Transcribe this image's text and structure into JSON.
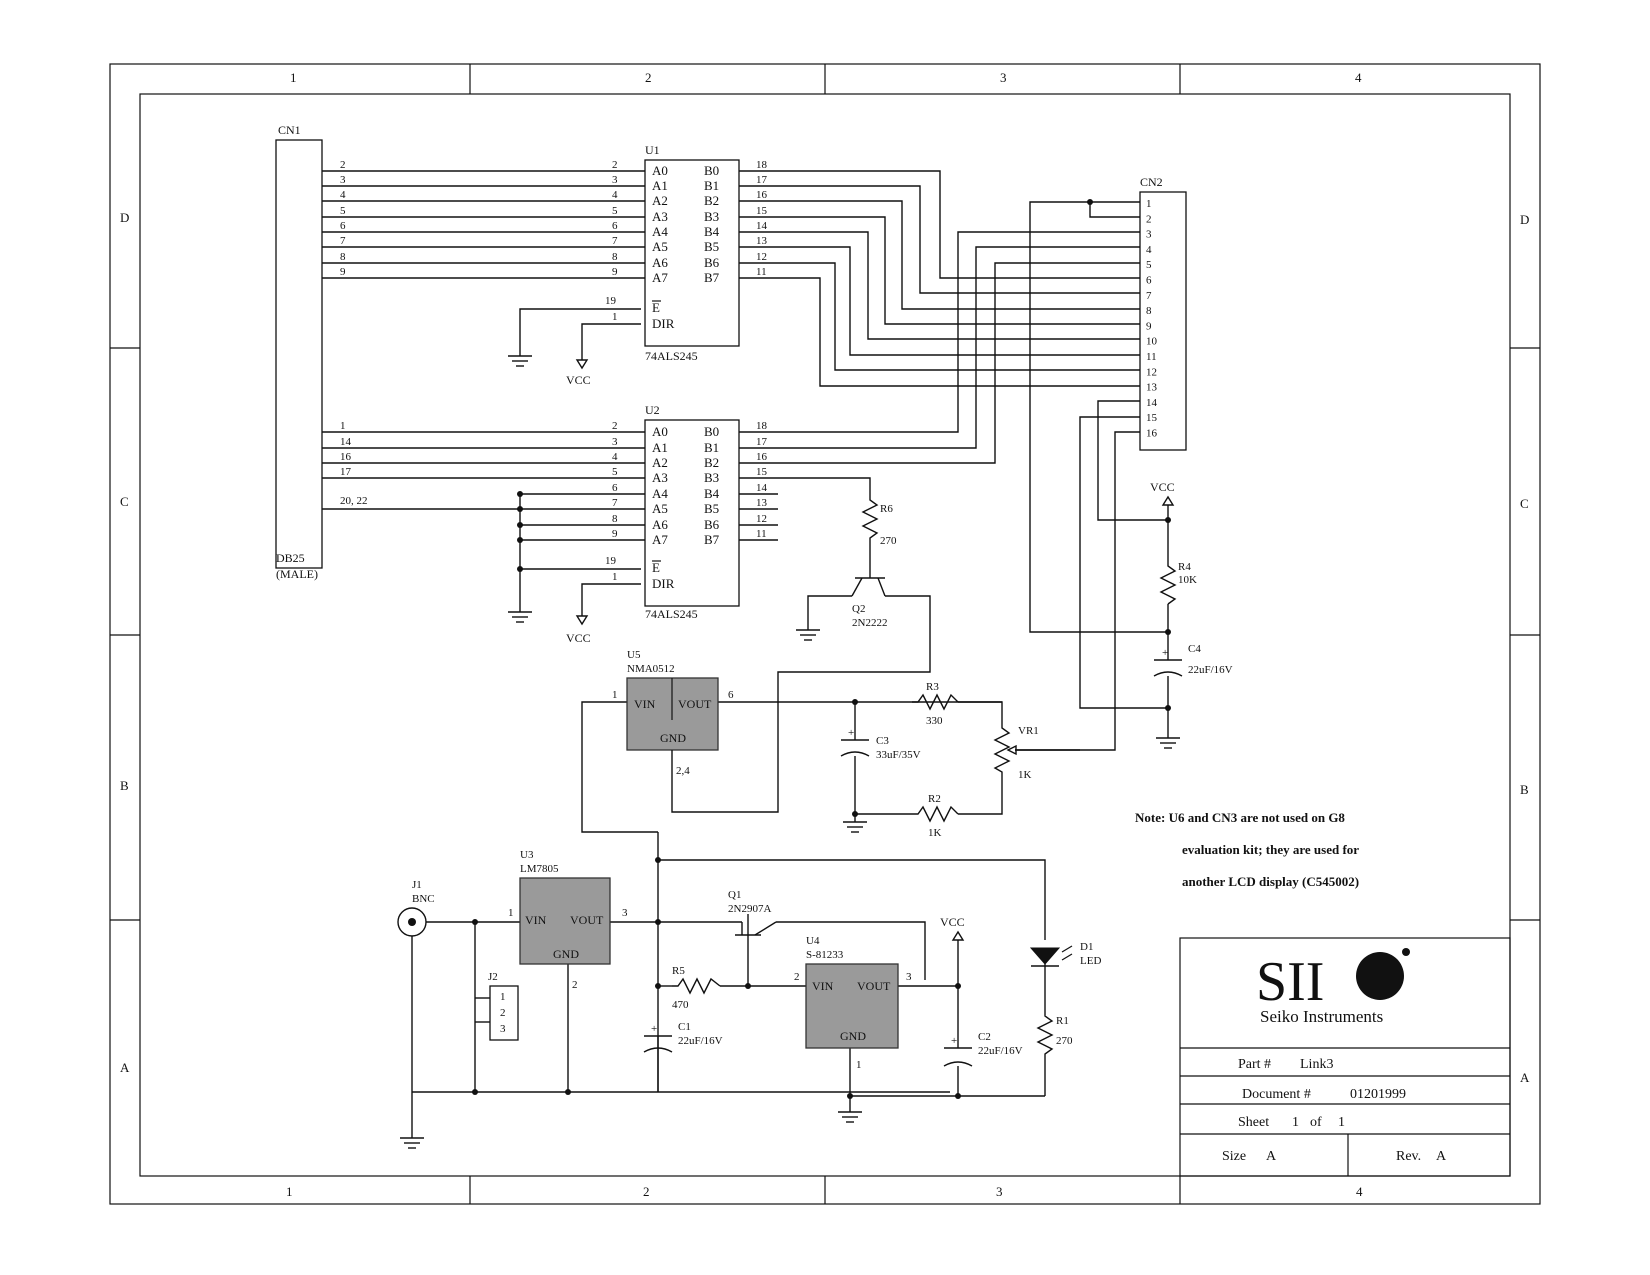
{
  "frame": {
    "columns": [
      "1",
      "2",
      "3",
      "4"
    ],
    "rows": [
      "D",
      "C",
      "B",
      "A"
    ]
  },
  "connectors": {
    "cn1": {
      "ref": "CN1",
      "type": "DB25",
      "type2": "(MALE)",
      "upper_pins": [
        "2",
        "3",
        "4",
        "5",
        "6",
        "7",
        "8",
        "9"
      ],
      "lower_pins": [
        "1",
        "14",
        "16",
        "17"
      ],
      "gnd_pins": "20, 22"
    },
    "cn2": {
      "ref": "CN2",
      "pins": [
        "1",
        "2",
        "3",
        "4",
        "5",
        "6",
        "7",
        "8",
        "9",
        "10",
        "11",
        "12",
        "13",
        "14",
        "15",
        "16"
      ]
    },
    "j1": {
      "ref": "J1",
      "type": "BNC"
    },
    "j2": {
      "ref": "J2",
      "pins": [
        "1",
        "2",
        "3"
      ]
    }
  },
  "u1": {
    "ref": "U1",
    "part": "74ALS245",
    "a_pins": [
      "A0",
      "A1",
      "A2",
      "A3",
      "A4",
      "A5",
      "A6",
      "A7"
    ],
    "a_nums": [
      "2",
      "3",
      "4",
      "5",
      "6",
      "7",
      "8",
      "9"
    ],
    "b_pins": [
      "B0",
      "B1",
      "B2",
      "B3",
      "B4",
      "B5",
      "B6",
      "B7"
    ],
    "b_nums": [
      "18",
      "17",
      "16",
      "15",
      "14",
      "13",
      "12",
      "11"
    ],
    "e_label": "E",
    "e_num": "19",
    "dir_label": "DIR",
    "dir_num": "1"
  },
  "u2": {
    "ref": "U2",
    "part": "74ALS245",
    "a_pins": [
      "A0",
      "A1",
      "A2",
      "A3",
      "A4",
      "A5",
      "A6",
      "A7"
    ],
    "a_nums": [
      "2",
      "3",
      "4",
      "5",
      "6",
      "7",
      "8",
      "9"
    ],
    "b_pins": [
      "B0",
      "B1",
      "B2",
      "B3",
      "B4",
      "B5",
      "B6",
      "B7"
    ],
    "b_nums": [
      "18",
      "17",
      "16",
      "15",
      "14",
      "13",
      "12",
      "11"
    ],
    "e_label": "E",
    "e_num": "19",
    "dir_label": "DIR",
    "dir_num": "1"
  },
  "u5": {
    "ref": "U5",
    "part": "NMA0512",
    "vin": "VIN",
    "vout": "VOUT",
    "gnd": "GND",
    "pin_in": "1",
    "pin_out": "6",
    "pin_gnd": "2,4"
  },
  "u3": {
    "ref": "U3",
    "part": "LM7805",
    "vin": "VIN",
    "vout": "VOUT",
    "gnd": "GND",
    "pin_in": "1",
    "pin_out": "3",
    "pin_gnd": "2"
  },
  "u4": {
    "ref": "U4",
    "part": "S-81233",
    "vin": "VIN",
    "vout": "VOUT",
    "gnd": "GND",
    "pin_in": "2",
    "pin_out": "3",
    "pin_gnd": "1"
  },
  "parts": {
    "r6": {
      "ref": "R6",
      "value": "270"
    },
    "q2": {
      "ref": "Q2",
      "value": "2N2222"
    },
    "r4": {
      "ref": "R4",
      "value": "10K"
    },
    "c4": {
      "ref": "C4",
      "value": "22uF/16V"
    },
    "r3": {
      "ref": "R3",
      "value": "330"
    },
    "c3": {
      "ref": "C3",
      "value": "33uF/35V"
    },
    "vr1": {
      "ref": "VR1",
      "value": "1K"
    },
    "r2": {
      "ref": "R2",
      "value": "1K"
    },
    "q1": {
      "ref": "Q1",
      "value": "2N2907A"
    },
    "r5": {
      "ref": "R5",
      "value": "470"
    },
    "c1": {
      "ref": "C1",
      "value": "22uF/16V"
    },
    "c2": {
      "ref": "C2",
      "value": "22uF/16V"
    },
    "d1": {
      "ref": "D1",
      "value": "LED"
    },
    "r1": {
      "ref": "R1",
      "value": "270"
    }
  },
  "power": {
    "vcc": "VCC",
    "plus": "+"
  },
  "note": {
    "line1": "Note: U6 and CN3 are not used on G8",
    "line2": "evaluation kit; they are used for",
    "line3": "another LCD display (C545002)"
  },
  "title_block": {
    "logo": "SII",
    "company": "Seiko Instruments",
    "part_label": "Part #",
    "part_value": "Link3",
    "doc_label": "Document #",
    "doc_value": "01201999",
    "sheet_label": "Sheet",
    "sheet_num": "1",
    "sheet_of": "of",
    "sheet_total": "1",
    "size_label": "Size",
    "size_value": "A",
    "rev_label": "Rev.",
    "rev_value": "A"
  }
}
